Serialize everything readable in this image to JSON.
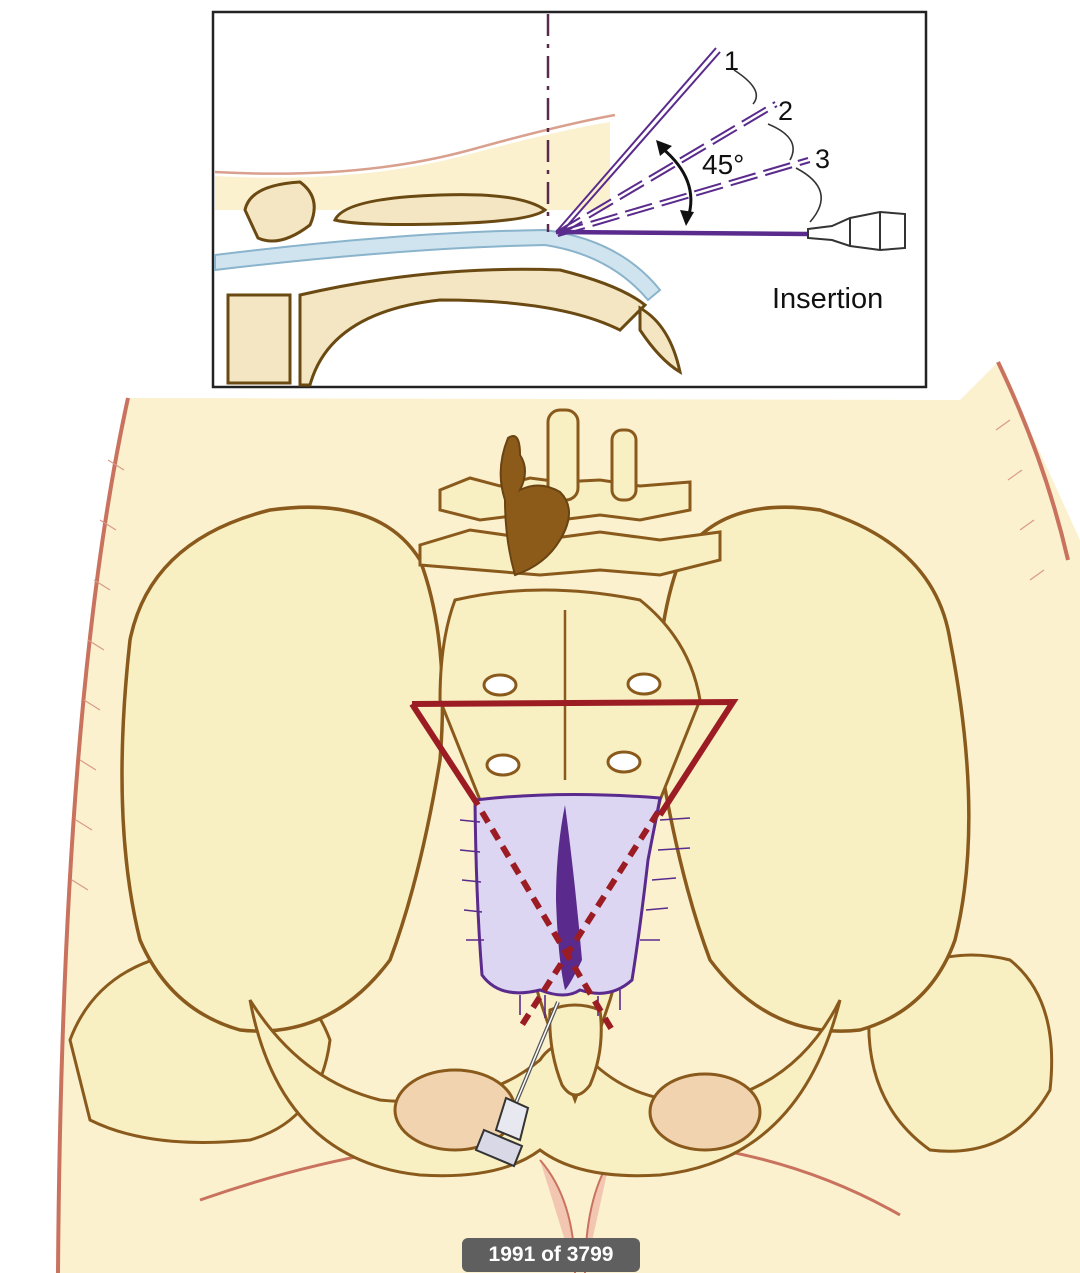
{
  "inset": {
    "needle_positions": [
      "1",
      "2",
      "3"
    ],
    "angle_label": "45°",
    "caption": "Insertion"
  },
  "viewer": {
    "counter": "1991 of 3799"
  },
  "colors": {
    "skin": "#fbf1cf",
    "bone_outline": "#8a5a1c",
    "triangle": "#9c1c24",
    "ligament_fill": "#dcd6f2",
    "ligament_outline": "#5a2a8c",
    "needle": "#5a2a8c",
    "body_outline": "#c9735f"
  },
  "icons": {
    "needle": "syringe-needle-icon",
    "angle_arrow": "double-headed-arc-arrow-icon"
  }
}
